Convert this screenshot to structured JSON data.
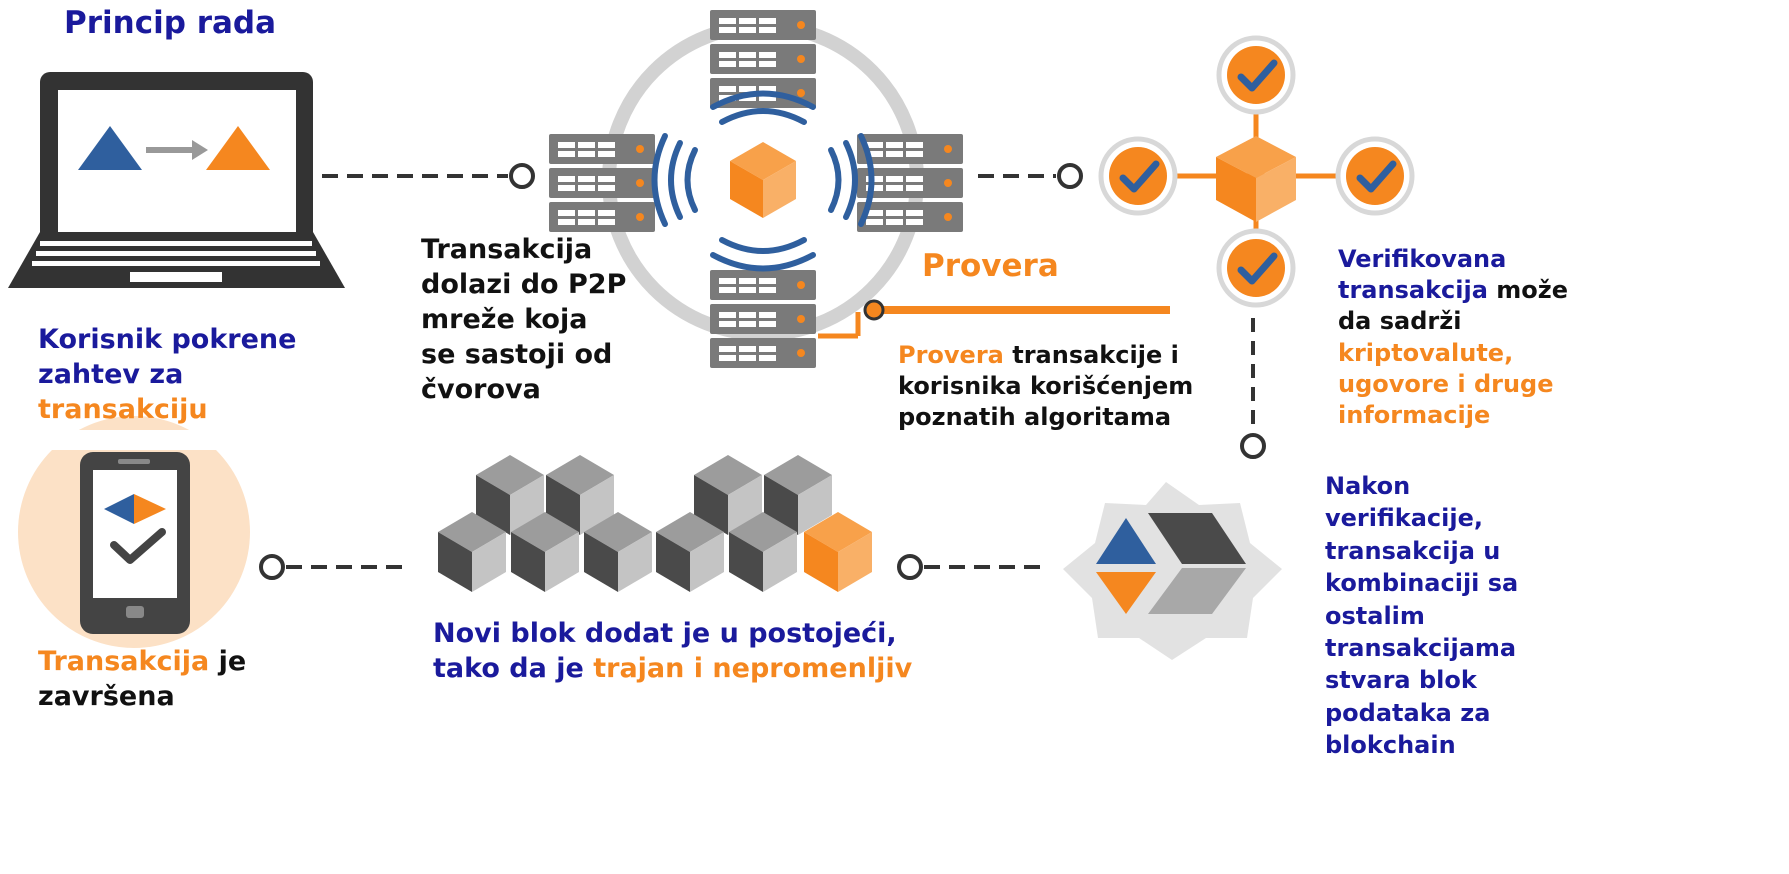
{
  "colors": {
    "blue_text": "#1a1a9c",
    "orange": "#f5871f",
    "dark_blue_shape": "#2f5f9e",
    "server_gray": "#7a7a7a",
    "block_dark": "#4a4a4a",
    "block_light": "#bdbdbd"
  },
  "title": "Princip rada",
  "step1": {
    "line1": "Korisnik pokrene",
    "line2": "zahtev za",
    "line3_orange": "transakciju"
  },
  "step2": {
    "line1": "Transakcija",
    "line2": "dolazi do P2P",
    "line3": "mreže koja",
    "line4": "se sastoji od",
    "line5": "čvorova"
  },
  "step3": {
    "heading": "Provera",
    "desc_orange": "Provera",
    "desc_line1_rest": " transakcije i",
    "desc_line2": "korisnika korišćenjem",
    "desc_line3": "poznatih algoritama"
  },
  "step4": {
    "line1": "Verifikovana",
    "line2_blue": "transakcija",
    "line2_black": " može",
    "line3": "da sadrži",
    "line4": "kriptovalute,",
    "line5": "ugovore i druge",
    "line6": "informacije"
  },
  "step5": {
    "lines": [
      "Nakon",
      "verifikacije,",
      "transakcija u",
      "kombinaciji sa",
      "ostalim",
      "transakcijama",
      "stvara blok",
      "podataka za",
      "blokchain"
    ]
  },
  "step6": {
    "line1": "Novi blok dodat je u postojeći,",
    "line2_blue": "tako da je ",
    "line2_orange": "trajan i nepromenljiv"
  },
  "step7": {
    "orange": "Transakcija",
    "black": " je",
    "line2": "završena"
  },
  "icons": [
    "laptop-icon",
    "server-icon",
    "cube-icon",
    "wifi-signal-icon",
    "checkmark-icon",
    "smartphone-icon",
    "block-cube-icon",
    "gear-badge-icon"
  ]
}
